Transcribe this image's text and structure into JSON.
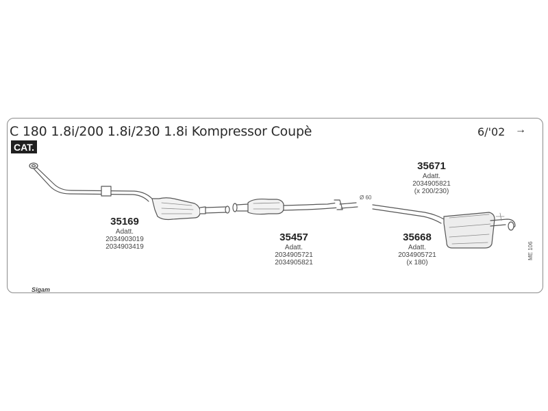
{
  "title": "C 180 1.8i/200 1.8i/230 1.8i Kompressor Coupè",
  "date_label": "6/'02",
  "date_arrow": "→",
  "cat_badge": "CAT.",
  "parts": [
    {
      "number": "35169",
      "label": "Adatt.",
      "codes": [
        "2034903019",
        "2034903419"
      ]
    },
    {
      "number": "35457",
      "label": "Adatt.",
      "codes": [
        "2034905721",
        "2034905821"
      ]
    },
    {
      "number": "35671",
      "label": "Adatt.",
      "codes": [
        "2034905821",
        "(x 200/230)"
      ]
    },
    {
      "number": "35668",
      "label": "Adatt.",
      "codes": [
        "2034905721",
        "(x 180)"
      ]
    }
  ],
  "diameter_label": "Ø 60",
  "sheet_code": "ME 106",
  "brand_logo": "Sigam",
  "colors": {
    "line": "#555555",
    "badge": "#1f1f1f",
    "border": "#8a8a8a"
  }
}
